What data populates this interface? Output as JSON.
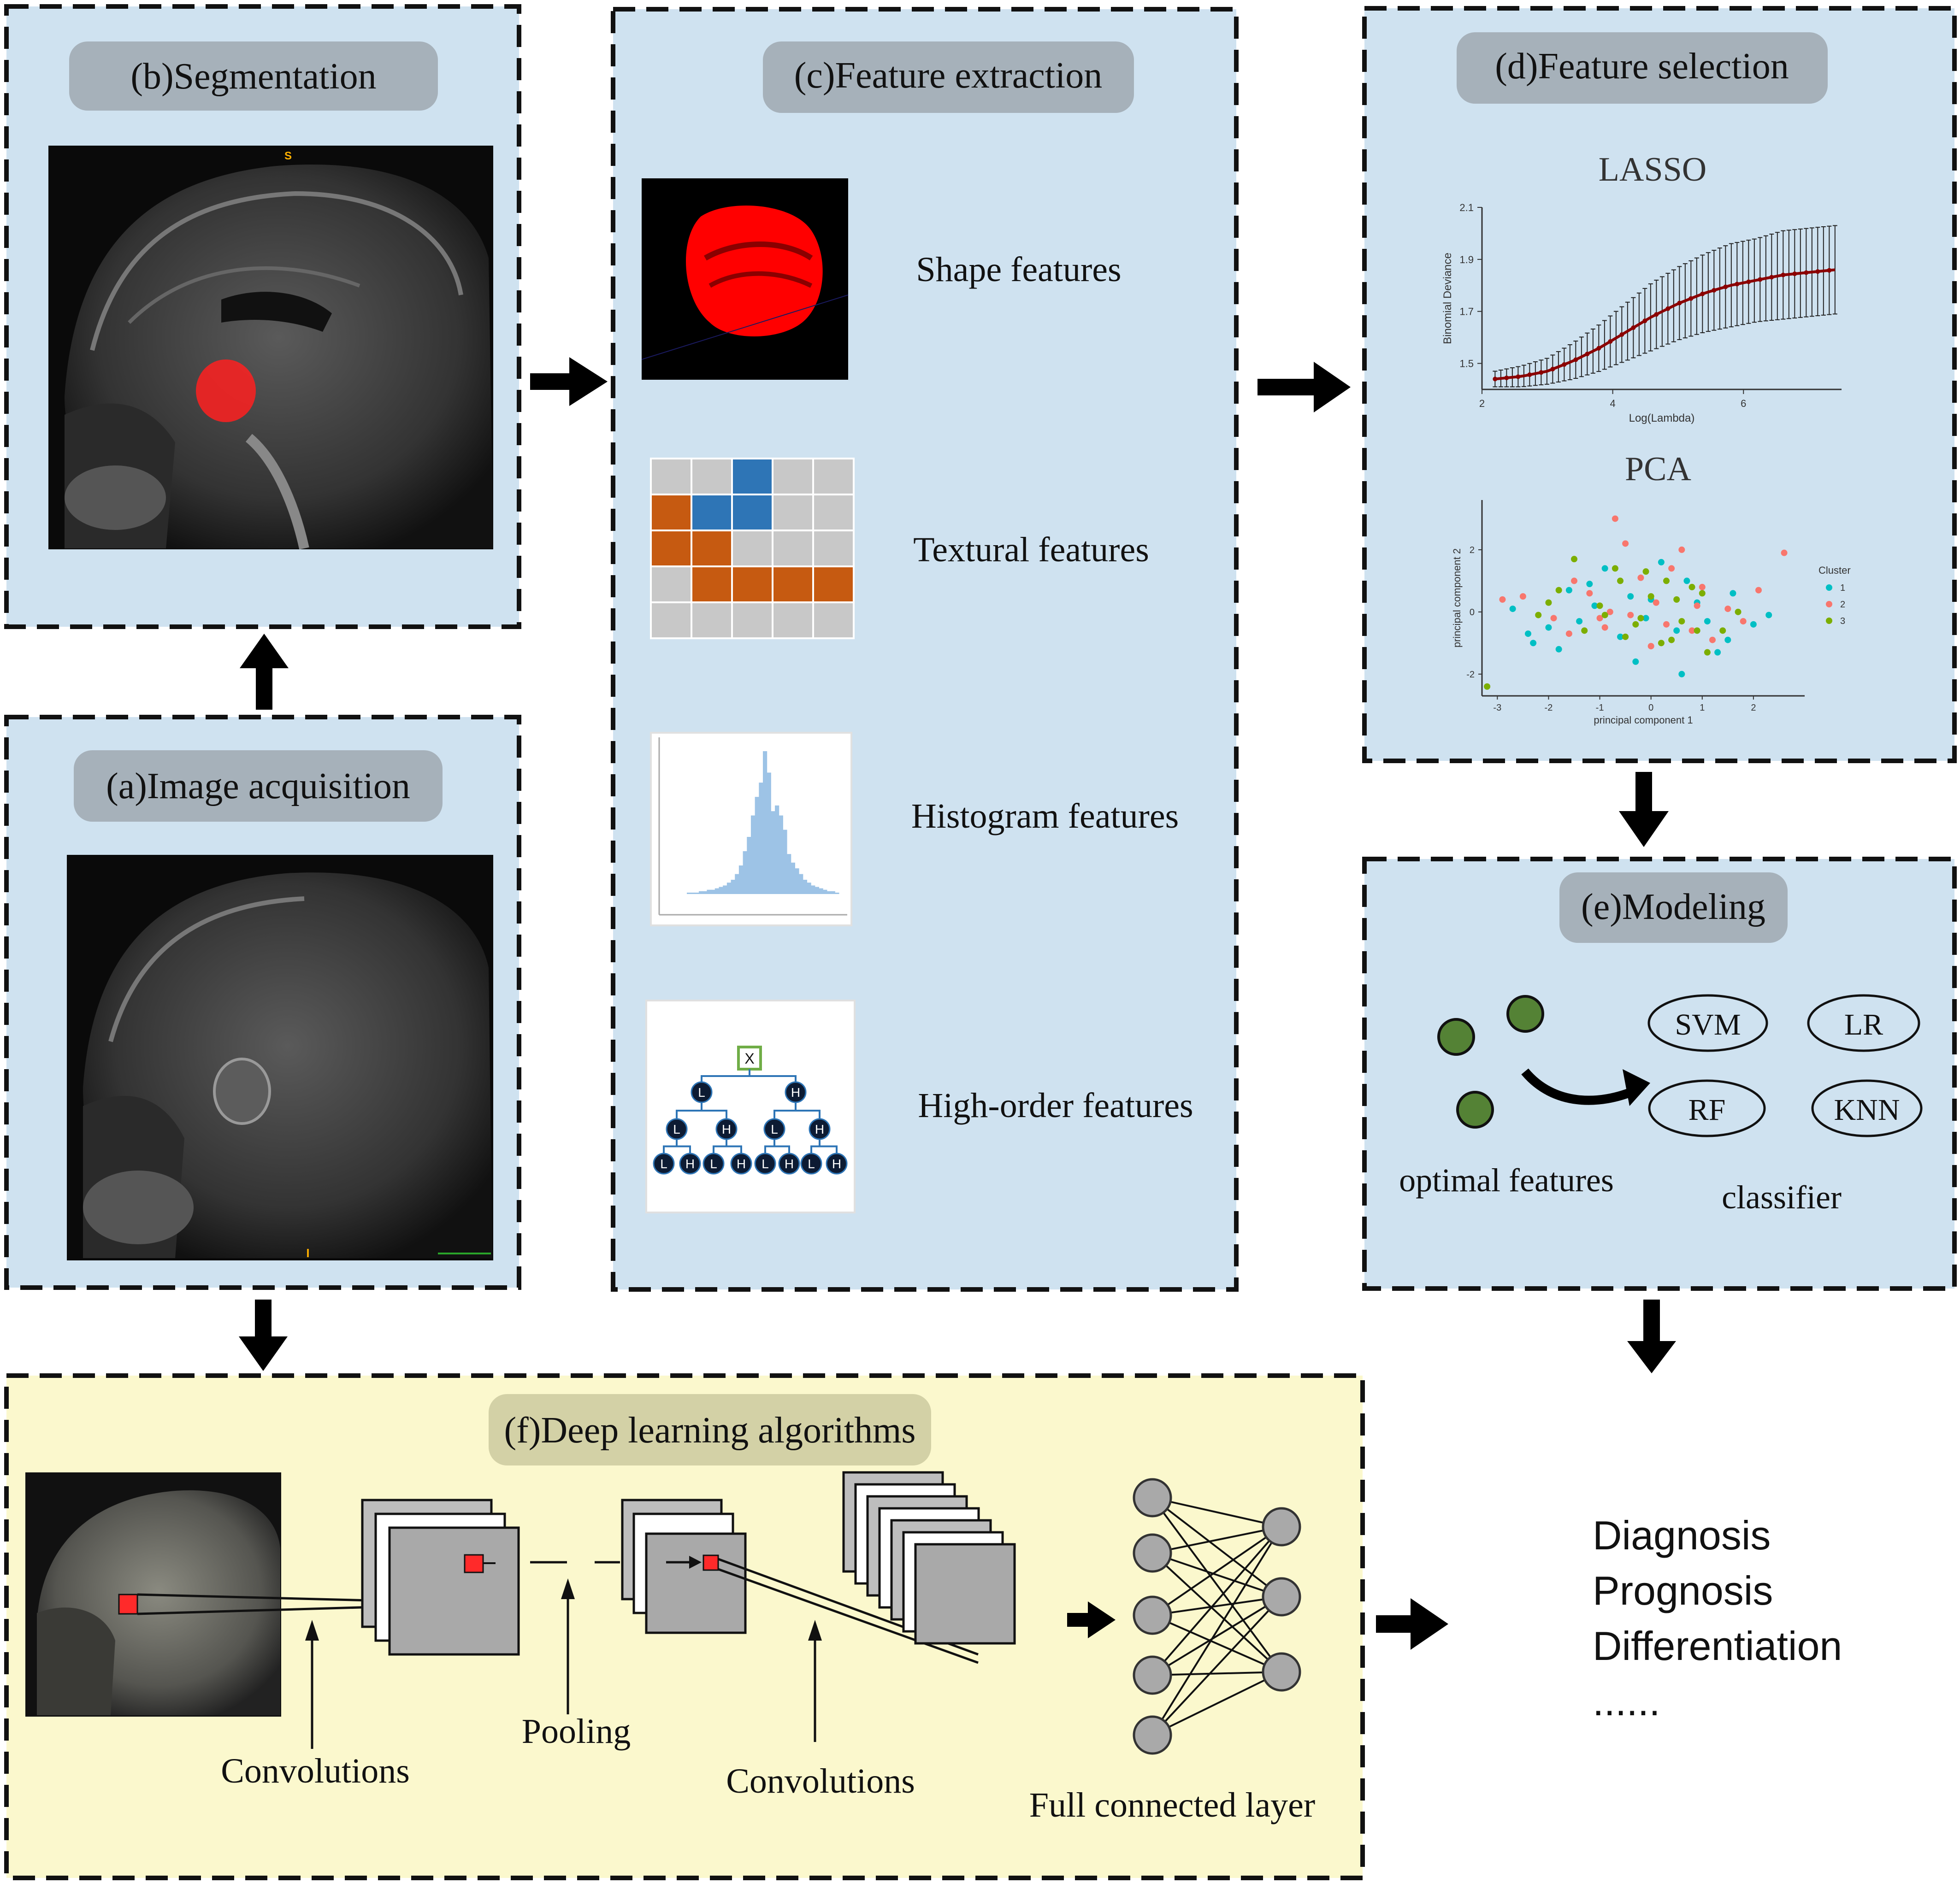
{
  "panels": {
    "segmentation": {
      "title": "(b)Segmentation",
      "mri_marker_top": "S"
    },
    "acquisition": {
      "title": "(a)Image acquisition",
      "mri_marker_bottom": "I"
    },
    "feature_extraction": {
      "title": "(c)Feature extraction",
      "items": [
        "Shape features",
        "Textural features",
        "Histogram features",
        "High-order features"
      ]
    },
    "feature_selection": {
      "title": "(d)Feature selection",
      "lasso_title": "LASSO",
      "pca_title": "PCA"
    },
    "modeling": {
      "title": "(e)Modeling",
      "optimal_label": "optimal features",
      "classifier_label": "classifier",
      "classifiers": [
        "SVM",
        "LR",
        "RF",
        "KNN"
      ]
    },
    "deep_learning": {
      "title": "(f)Deep learning algorithms",
      "labels": [
        "Convolutions",
        "Pooling",
        "Convolutions",
        "Full connected layer"
      ]
    }
  },
  "outcomes": [
    "Diagnosis",
    "Prognosis",
    "Differentiation",
    "......"
  ],
  "wavelet_tree": {
    "root": "X",
    "level1": [
      "L",
      "H"
    ],
    "level2": [
      "L",
      "H",
      "L",
      "H"
    ],
    "level3": [
      "L",
      "H",
      "L",
      "H",
      "L",
      "H",
      "L",
      "H"
    ]
  },
  "colors": {
    "panel_blue": "#cfe2f0",
    "panel_yellow": "#fbf8cd",
    "title_pill": "#a6b1ba",
    "title_pill_yellow": "#d3d1a6",
    "texture_orange": "#c65a11",
    "texture_blue": "#2e75b6",
    "texture_gray": "#c8c8c8",
    "histogram_bar": "#9dc3e6",
    "tumor_red": "#ff0000",
    "feature_dot_green": "#548235",
    "lasso_curve": "#8b0000",
    "cluster_1": "#00bfc4",
    "cluster_2": "#f8766d",
    "cluster_3": "#7cae00"
  },
  "chart_data": [
    {
      "type": "line",
      "title": "LASSO",
      "xlabel": "Log(Lambda)",
      "ylabel": "Binomial Deviance",
      "xlim": [
        2,
        7.5
      ],
      "ylim": [
        1.4,
        2.1
      ],
      "xticks": [
        "2",
        "4",
        "6"
      ],
      "yticks": [
        "1.5",
        "1.7",
        "1.9",
        "2.1"
      ],
      "x": [
        2.2,
        2.6,
        3.0,
        3.4,
        3.8,
        4.2,
        4.6,
        5.0,
        5.4,
        5.8,
        6.2,
        6.6,
        7.0,
        7.4
      ],
      "y": [
        1.44,
        1.45,
        1.47,
        1.51,
        1.56,
        1.62,
        1.68,
        1.73,
        1.77,
        1.8,
        1.82,
        1.84,
        1.85,
        1.86
      ],
      "error": [
        0.03,
        0.04,
        0.05,
        0.07,
        0.09,
        0.11,
        0.13,
        0.14,
        0.15,
        0.16,
        0.16,
        0.17,
        0.17,
        0.17
      ]
    },
    {
      "type": "scatter",
      "title": "PCA",
      "xlabel": "principal component 1",
      "ylabel": "principal component 2",
      "xlim": [
        -3.3,
        3.0
      ],
      "ylim": [
        -2.7,
        3.6
      ],
      "xticks": [
        "-3",
        "-2",
        "-1",
        "0",
        "1",
        "2"
      ],
      "yticks": [
        "-2",
        "0",
        "2"
      ],
      "legend_title": "Cluster",
      "legend_position": "right",
      "series": [
        {
          "name": "1",
          "color": "#00bfc4",
          "x": [
            -2.7,
            -2.3,
            -2.0,
            -1.6,
            -1.4,
            -1.1,
            -0.9,
            -0.6,
            -0.4,
            -0.1,
            0.2,
            0.5,
            0.9,
            1.3,
            1.6,
            2.0,
            2.3,
            -1.8,
            -0.3,
            0.7,
            1.5,
            -1.2,
            0.0,
            1.1,
            -2.4,
            0.6
          ],
          "y": [
            0.1,
            -1.0,
            -0.5,
            0.7,
            -0.3,
            0.2,
            1.4,
            -0.8,
            0.5,
            -0.2,
            1.6,
            -0.6,
            0.3,
            -1.3,
            0.6,
            -0.4,
            -0.1,
            -1.2,
            -1.6,
            1.0,
            -0.9,
            0.9,
            0.4,
            -0.3,
            -0.7,
            -2.0
          ]
        },
        {
          "name": "2",
          "color": "#f8766d",
          "x": [
            -2.9,
            -2.5,
            -1.9,
            -1.5,
            -1.2,
            -0.9,
            -0.7,
            -0.4,
            -0.2,
            0.1,
            0.3,
            0.6,
            0.9,
            1.2,
            1.5,
            1.8,
            2.6,
            -0.8,
            0.4,
            -1.6,
            1.0,
            0.0,
            -0.5,
            2.1,
            -1.0,
            0.8
          ],
          "y": [
            0.4,
            0.5,
            -0.2,
            1.0,
            0.6,
            -0.5,
            3.0,
            -0.1,
            1.1,
            0.3,
            -0.4,
            2.0,
            0.2,
            -0.9,
            0.1,
            -0.3,
            1.9,
            0.0,
            1.4,
            -0.7,
            0.8,
            -1.1,
            2.2,
            0.7,
            -0.2,
            -0.6
          ]
        },
        {
          "name": "3",
          "color": "#7cae00",
          "x": [
            -3.2,
            -2.2,
            -1.8,
            -1.3,
            -1.0,
            -0.7,
            -0.5,
            -0.2,
            0.0,
            0.3,
            0.6,
            0.8,
            1.1,
            1.4,
            1.7,
            -0.6,
            0.5,
            -1.5,
            0.2,
            -0.9,
            1.0,
            -0.1,
            -2.0,
            0.9,
            0.4,
            -0.3
          ],
          "y": [
            -2.4,
            -0.1,
            0.7,
            -0.6,
            0.2,
            1.4,
            -0.8,
            -0.2,
            0.5,
            1.0,
            -0.3,
            0.8,
            -1.3,
            -0.6,
            0.0,
            1.0,
            0.4,
            1.7,
            -1.0,
            -0.1,
            0.6,
            1.3,
            0.3,
            -0.6,
            -0.9,
            -0.4
          ]
        }
      ]
    },
    {
      "type": "bar",
      "title": "",
      "values": [
        1,
        1,
        1,
        2,
        2,
        3,
        3,
        4,
        5,
        6,
        8,
        10,
        14,
        20,
        30,
        40,
        55,
        68,
        78,
        100,
        85,
        58,
        62,
        55,
        45,
        28,
        22,
        18,
        14,
        10,
        8,
        6,
        5,
        4,
        3,
        2,
        2,
        1
      ]
    }
  ]
}
